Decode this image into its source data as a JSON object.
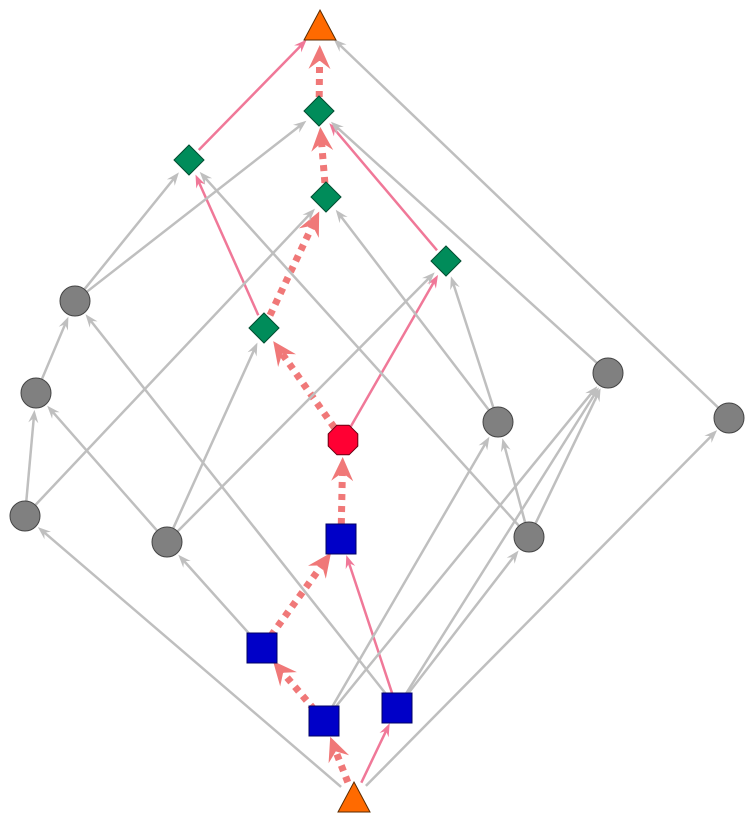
{
  "colors": {
    "background": "#ffffff",
    "edge_gray": "#bfbfbf",
    "edge_pink": "#f07898",
    "edge_dotted": "#f07878",
    "node_gray": "#808080",
    "node_triangle": "#ff6a00",
    "node_diamond": "#008c5a",
    "node_square": "#0000c8",
    "node_octagon": "#ff0033",
    "node_stroke": "#444444"
  },
  "nodes": [
    {
      "id": "top",
      "shape": "triangle"
    },
    {
      "id": "d1",
      "shape": "diamond"
    },
    {
      "id": "d2",
      "shape": "diamond"
    },
    {
      "id": "d3",
      "shape": "diamond"
    },
    {
      "id": "d4",
      "shape": "diamond"
    },
    {
      "id": "d5",
      "shape": "diamond"
    },
    {
      "id": "g1",
      "shape": "circle"
    },
    {
      "id": "g2",
      "shape": "circle"
    },
    {
      "id": "g3",
      "shape": "circle"
    },
    {
      "id": "g4",
      "shape": "circle"
    },
    {
      "id": "g5",
      "shape": "circle"
    },
    {
      "id": "g6",
      "shape": "circle"
    },
    {
      "id": "g7",
      "shape": "circle"
    },
    {
      "id": "g8",
      "shape": "circle"
    },
    {
      "id": "oct",
      "shape": "octagon"
    },
    {
      "id": "s1",
      "shape": "square"
    },
    {
      "id": "s2",
      "shape": "square"
    },
    {
      "id": "s3",
      "shape": "square"
    },
    {
      "id": "s4",
      "shape": "square"
    },
    {
      "id": "bottom",
      "shape": "triangle"
    }
  ],
  "edges": [
    {
      "from": "bottom",
      "to": "g4",
      "style": "gray"
    },
    {
      "from": "bottom",
      "to": "g8",
      "style": "gray"
    },
    {
      "from": "bottom",
      "to": "s4",
      "style": "pink"
    },
    {
      "from": "bottom",
      "to": "s3",
      "style": "dotted"
    },
    {
      "from": "s3",
      "to": "s2",
      "style": "dotted"
    },
    {
      "from": "s2",
      "to": "s1",
      "style": "dotted"
    },
    {
      "from": "s1",
      "to": "oct",
      "style": "dotted"
    },
    {
      "from": "oct",
      "to": "d4",
      "style": "dotted"
    },
    {
      "from": "d4",
      "to": "d3",
      "style": "dotted"
    },
    {
      "from": "d3",
      "to": "d1",
      "style": "dotted"
    },
    {
      "from": "d1",
      "to": "top",
      "style": "dotted"
    },
    {
      "from": "s4",
      "to": "s1",
      "style": "pink"
    },
    {
      "from": "oct",
      "to": "d5",
      "style": "pink"
    },
    {
      "from": "d5",
      "to": "d1",
      "style": "pink"
    },
    {
      "from": "d4",
      "to": "d2",
      "style": "pink"
    },
    {
      "from": "d2",
      "to": "top",
      "style": "pink"
    },
    {
      "from": "g8",
      "to": "top",
      "style": "gray"
    },
    {
      "from": "g7",
      "to": "d1",
      "style": "gray"
    },
    {
      "from": "g1",
      "to": "d2",
      "style": "gray"
    },
    {
      "from": "g1",
      "to": "d1",
      "style": "gray"
    },
    {
      "from": "g2",
      "to": "g1",
      "style": "gray"
    },
    {
      "from": "g3",
      "to": "g2",
      "style": "gray"
    },
    {
      "from": "g4",
      "to": "g3",
      "style": "gray"
    },
    {
      "from": "g4",
      "to": "d3",
      "style": "gray"
    },
    {
      "from": "g5",
      "to": "g2",
      "style": "gray"
    },
    {
      "from": "g5",
      "to": "d4",
      "style": "gray"
    },
    {
      "from": "g5",
      "to": "d5",
      "style": "gray"
    },
    {
      "from": "g6",
      "to": "d5",
      "style": "gray"
    },
    {
      "from": "g6",
      "to": "d3",
      "style": "gray"
    },
    {
      "from": "g9",
      "to": "g6",
      "style": "gray"
    },
    {
      "from": "g9",
      "to": "g7",
      "style": "gray"
    },
    {
      "from": "g9",
      "to": "d2",
      "style": "gray"
    },
    {
      "from": "s2",
      "to": "g5",
      "style": "gray"
    },
    {
      "from": "s3",
      "to": "g7",
      "style": "gray"
    },
    {
      "from": "s3",
      "to": "g6",
      "style": "gray"
    },
    {
      "from": "s4",
      "to": "g9",
      "style": "gray"
    },
    {
      "from": "s4",
      "to": "g7",
      "style": "gray"
    },
    {
      "from": "s4",
      "to": "g1",
      "style": "gray"
    }
  ]
}
